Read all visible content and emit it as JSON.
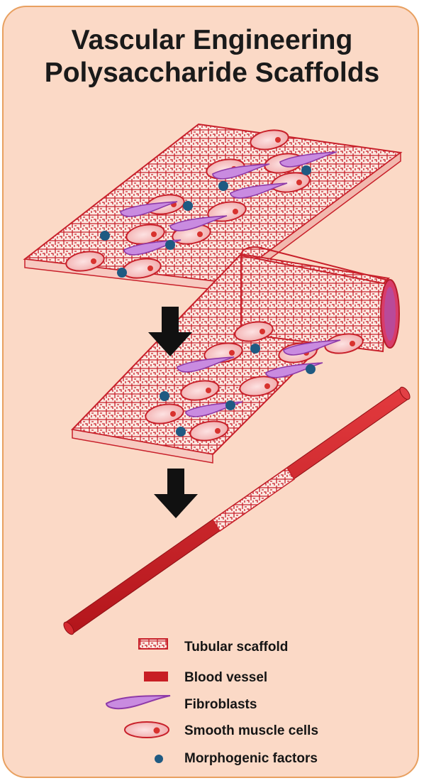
{
  "title": {
    "line1": "Vascular Engineering",
    "line2": "Polysaccharide Scaffolds"
  },
  "colors": {
    "background": "#fbd9c6",
    "border": "#e8a060",
    "scaffold": "#c8202a",
    "blood_vessel": "#c81e24",
    "fibroblast": "#a04ec0",
    "smooth_muscle_cell": "#f3b3b3",
    "morphogenic_factor": "#1f5a82",
    "arrow": "#111111"
  },
  "legend": [
    {
      "label": "Tubular scaffold",
      "icon": "scaffold-swatch-icon"
    },
    {
      "label": "Blood vessel",
      "icon": "blood-vessel-swatch-icon"
    },
    {
      "label": "Fibroblasts",
      "icon": "fibroblast-icon"
    },
    {
      "label": "Smooth muscle cells",
      "icon": "smooth-muscle-cell-icon"
    },
    {
      "label": "Morphogenic factors",
      "icon": "morphogenic-factor-icon"
    }
  ]
}
